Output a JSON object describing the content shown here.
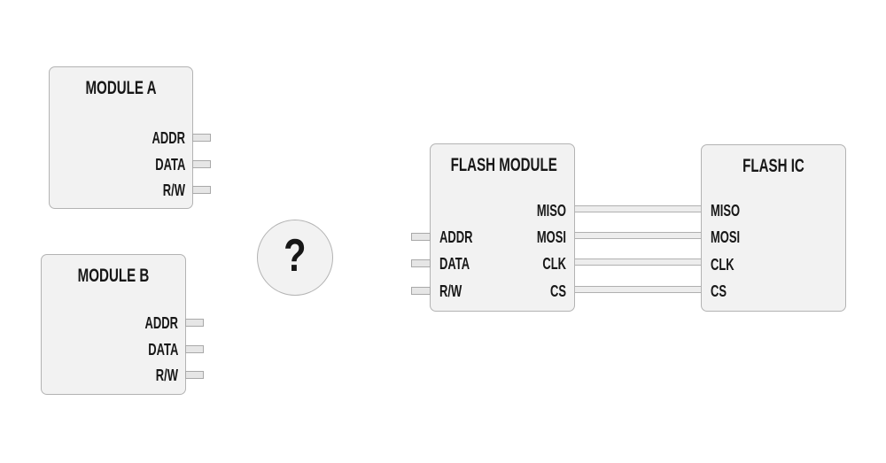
{
  "colors": {
    "background": "#ffffff",
    "box_fill": "#f2f2f2",
    "box_border": "#b3b3b3",
    "pin_fill": "#e6e6e6",
    "pin_border": "#a9a9a9",
    "wire_fill": "#ededed",
    "wire_border": "#b0b0b0",
    "text": "#171717"
  },
  "module_a": {
    "title": "MODULE A",
    "pins": {
      "addr": "ADDR",
      "data": "DATA",
      "rw": "R/W"
    }
  },
  "module_b": {
    "title": "MODULE B",
    "pins": {
      "addr": "ADDR",
      "data": "DATA",
      "rw": "R/W"
    }
  },
  "question": {
    "symbol": "?"
  },
  "flash_module": {
    "title": "FLASH MODULE",
    "left_pins": {
      "addr": "ADDR",
      "data": "DATA",
      "rw": "R/W"
    },
    "right_pins": {
      "miso": "MISO",
      "mosi": "MOSI",
      "clk": "CLK",
      "cs": "CS"
    }
  },
  "flash_ic": {
    "title": "FLASH IC",
    "pins": {
      "miso": "MISO",
      "mosi": "MOSI",
      "clk": "CLK",
      "cs": "CS"
    }
  },
  "connections": [
    {
      "from": "FLASH MODULE.MISO",
      "to": "FLASH IC.MISO"
    },
    {
      "from": "FLASH MODULE.MOSI",
      "to": "FLASH IC.MOSI"
    },
    {
      "from": "FLASH MODULE.CLK",
      "to": "FLASH IC.CLK"
    },
    {
      "from": "FLASH MODULE.CS",
      "to": "FLASH IC.CS"
    }
  ]
}
